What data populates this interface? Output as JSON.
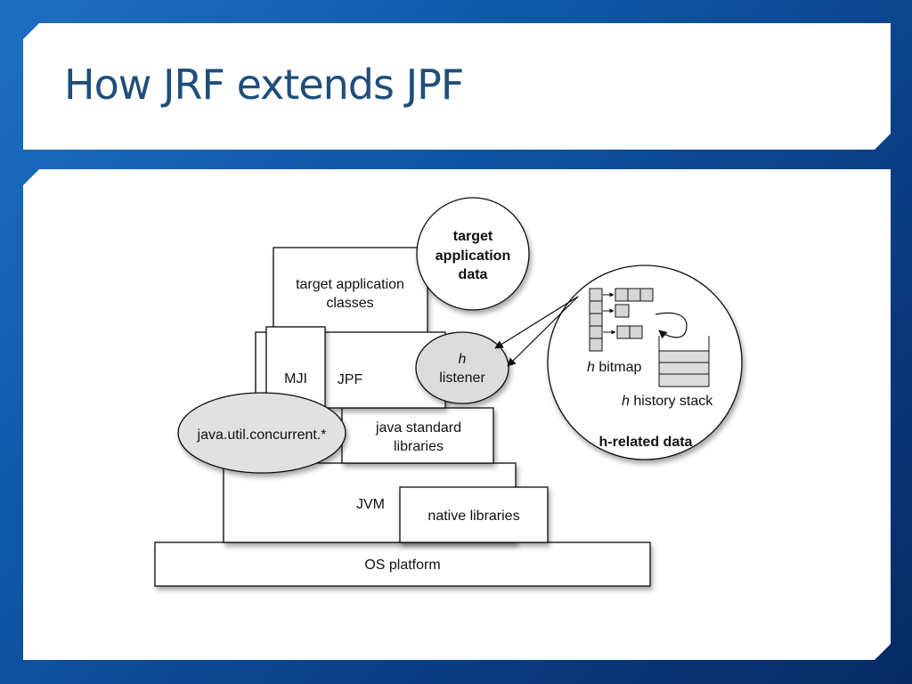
{
  "slide": {
    "title": "How JRF extends JPF"
  },
  "diagram": {
    "target_app_classes": [
      "target application",
      "classes"
    ],
    "target_app_data": [
      "target",
      "application",
      "data"
    ],
    "mji": "MJI",
    "jpf": "JPF",
    "h_listener": [
      "h",
      "listener"
    ],
    "java_util_concurrent": "java.util.concurrent.*",
    "java_std_libs": [
      "java standard",
      "libraries"
    ],
    "jvm": "JVM",
    "native_libraries": "native libraries",
    "os_platform": "OS platform",
    "h_bitmap": {
      "h": "h",
      "text": " bitmap"
    },
    "h_history_stack": {
      "h": "h",
      "text": " history stack"
    },
    "h_related_data": "h-related data"
  }
}
